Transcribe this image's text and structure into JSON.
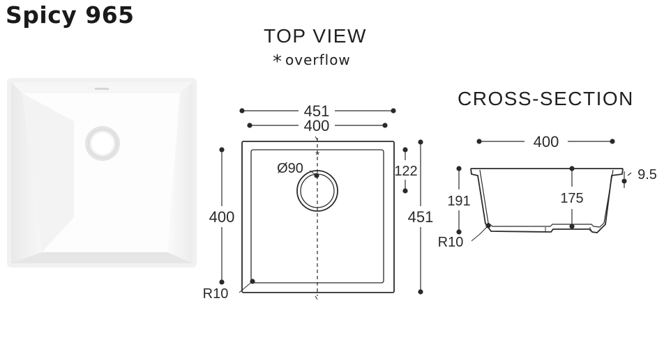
{
  "product": {
    "name": "Spicy 965"
  },
  "top_view": {
    "heading": "TOP VIEW",
    "overflow_marker": "*",
    "overflow_label": "overflow",
    "dimensions": {
      "outer_width": "451",
      "inner_width": "400",
      "drain_diameter": "Ø90",
      "drain_offset": "122",
      "inner_height": "400",
      "outer_height": "451",
      "corner_radius": "R10"
    }
  },
  "cross_section": {
    "heading": "CROSS-SECTION",
    "dimensions": {
      "width": "400",
      "rim": "9.5",
      "total_depth": "191",
      "bowl_depth": "175",
      "corner_radius": "R10"
    }
  }
}
